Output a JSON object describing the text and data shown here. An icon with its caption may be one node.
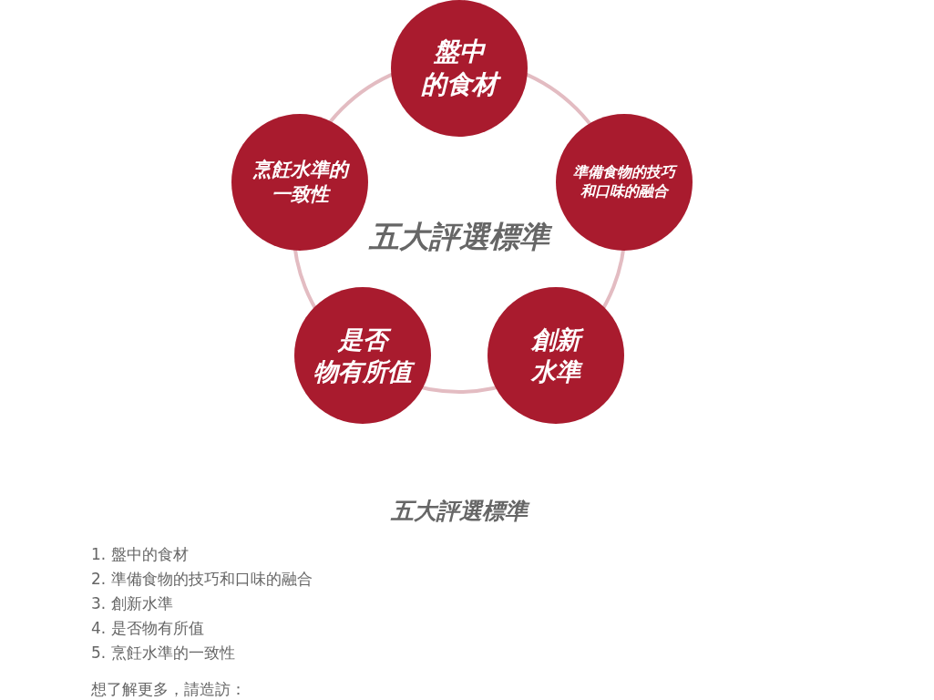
{
  "diagram": {
    "title": "五大評選標準",
    "nodes": [
      {
        "text": [
          "盤中的食材"
        ]
      },
      {
        "text": [
          "烹飪水準的一致性"
        ]
      },
      {
        "text": [
          "準備食物的技巧和口味的融合"
        ]
      },
      {
        "text": [
          "是否物有所值"
        ]
      },
      {
        "text": [
          "創新水準"
        ]
      }
    ],
    "labels": [
      "五大評選標準",
      "1. 盤中的食材",
      "2. 準備食物的技巧和口味的融合",
      "3. 創新水準",
      "4. 是否物有所值",
      "5. 烹飪水準的一致性",
      "想了解更多，請造訪："
    ]
  }
}
